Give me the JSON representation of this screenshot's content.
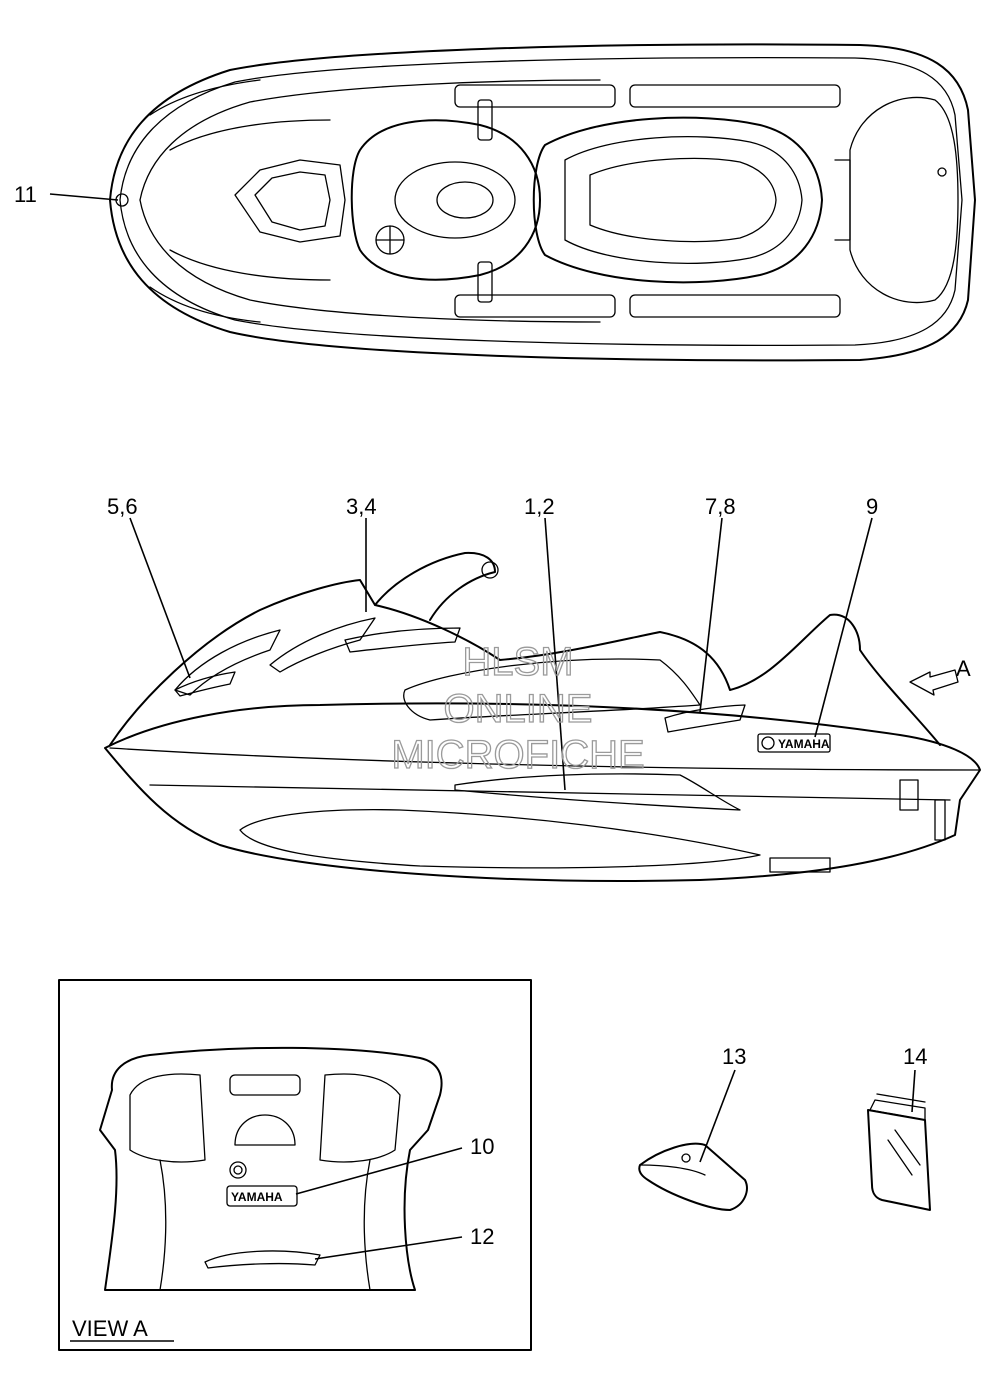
{
  "callouts": {
    "c11": "11",
    "c56": "5,6",
    "c34": "3,4",
    "c12": "1,2",
    "c78": "7,8",
    "c9": "9",
    "ca": "A",
    "c10": "10",
    "c12b": "12",
    "c13": "13",
    "c14": "14"
  },
  "view_label": "VIEW A",
  "watermark": {
    "line1": "HLSM",
    "line2": "ONLINE",
    "line3": "MICROFICHE"
  },
  "decals": {
    "yamaha_side": "YAMAHA",
    "yamaha_rear": "YAMAHA"
  }
}
